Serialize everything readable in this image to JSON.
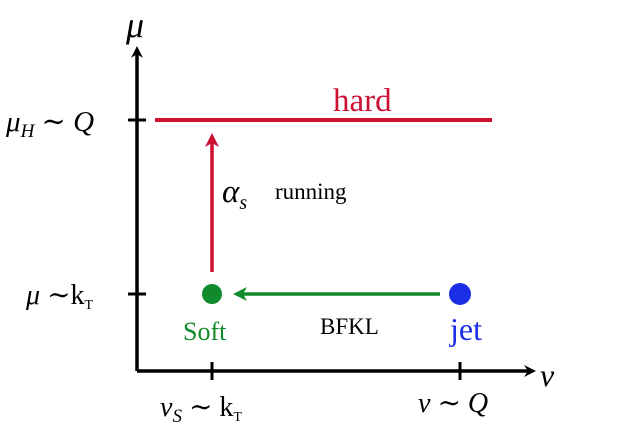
{
  "axes": {
    "y_label": "μ",
    "x_label": "ν"
  },
  "y_ticks": [
    {
      "main": "μ",
      "sub": "H",
      "rest": " ∼ Q"
    },
    {
      "main": "μ",
      "rest": " ∼k",
      "sub2": "T"
    }
  ],
  "x_ticks": [
    {
      "main": "ν",
      "sub": "S",
      "rest": " ∼ k",
      "sub2": "T"
    },
    {
      "main": "ν",
      "rest": " ∼ Q"
    }
  ],
  "labels": {
    "hard": "hard",
    "alpha": "α",
    "alpha_sub": "s",
    "running": "running",
    "soft": "Soft",
    "bfkl": "BFKL",
    "jet": "jet"
  },
  "colors": {
    "axis": "#000000",
    "hard": "#cc1133",
    "soft": "#118a2b",
    "jet": "#1a2ee6",
    "running_arrow": "#cc1133",
    "bfkl_arrow": "#118a2b"
  }
}
